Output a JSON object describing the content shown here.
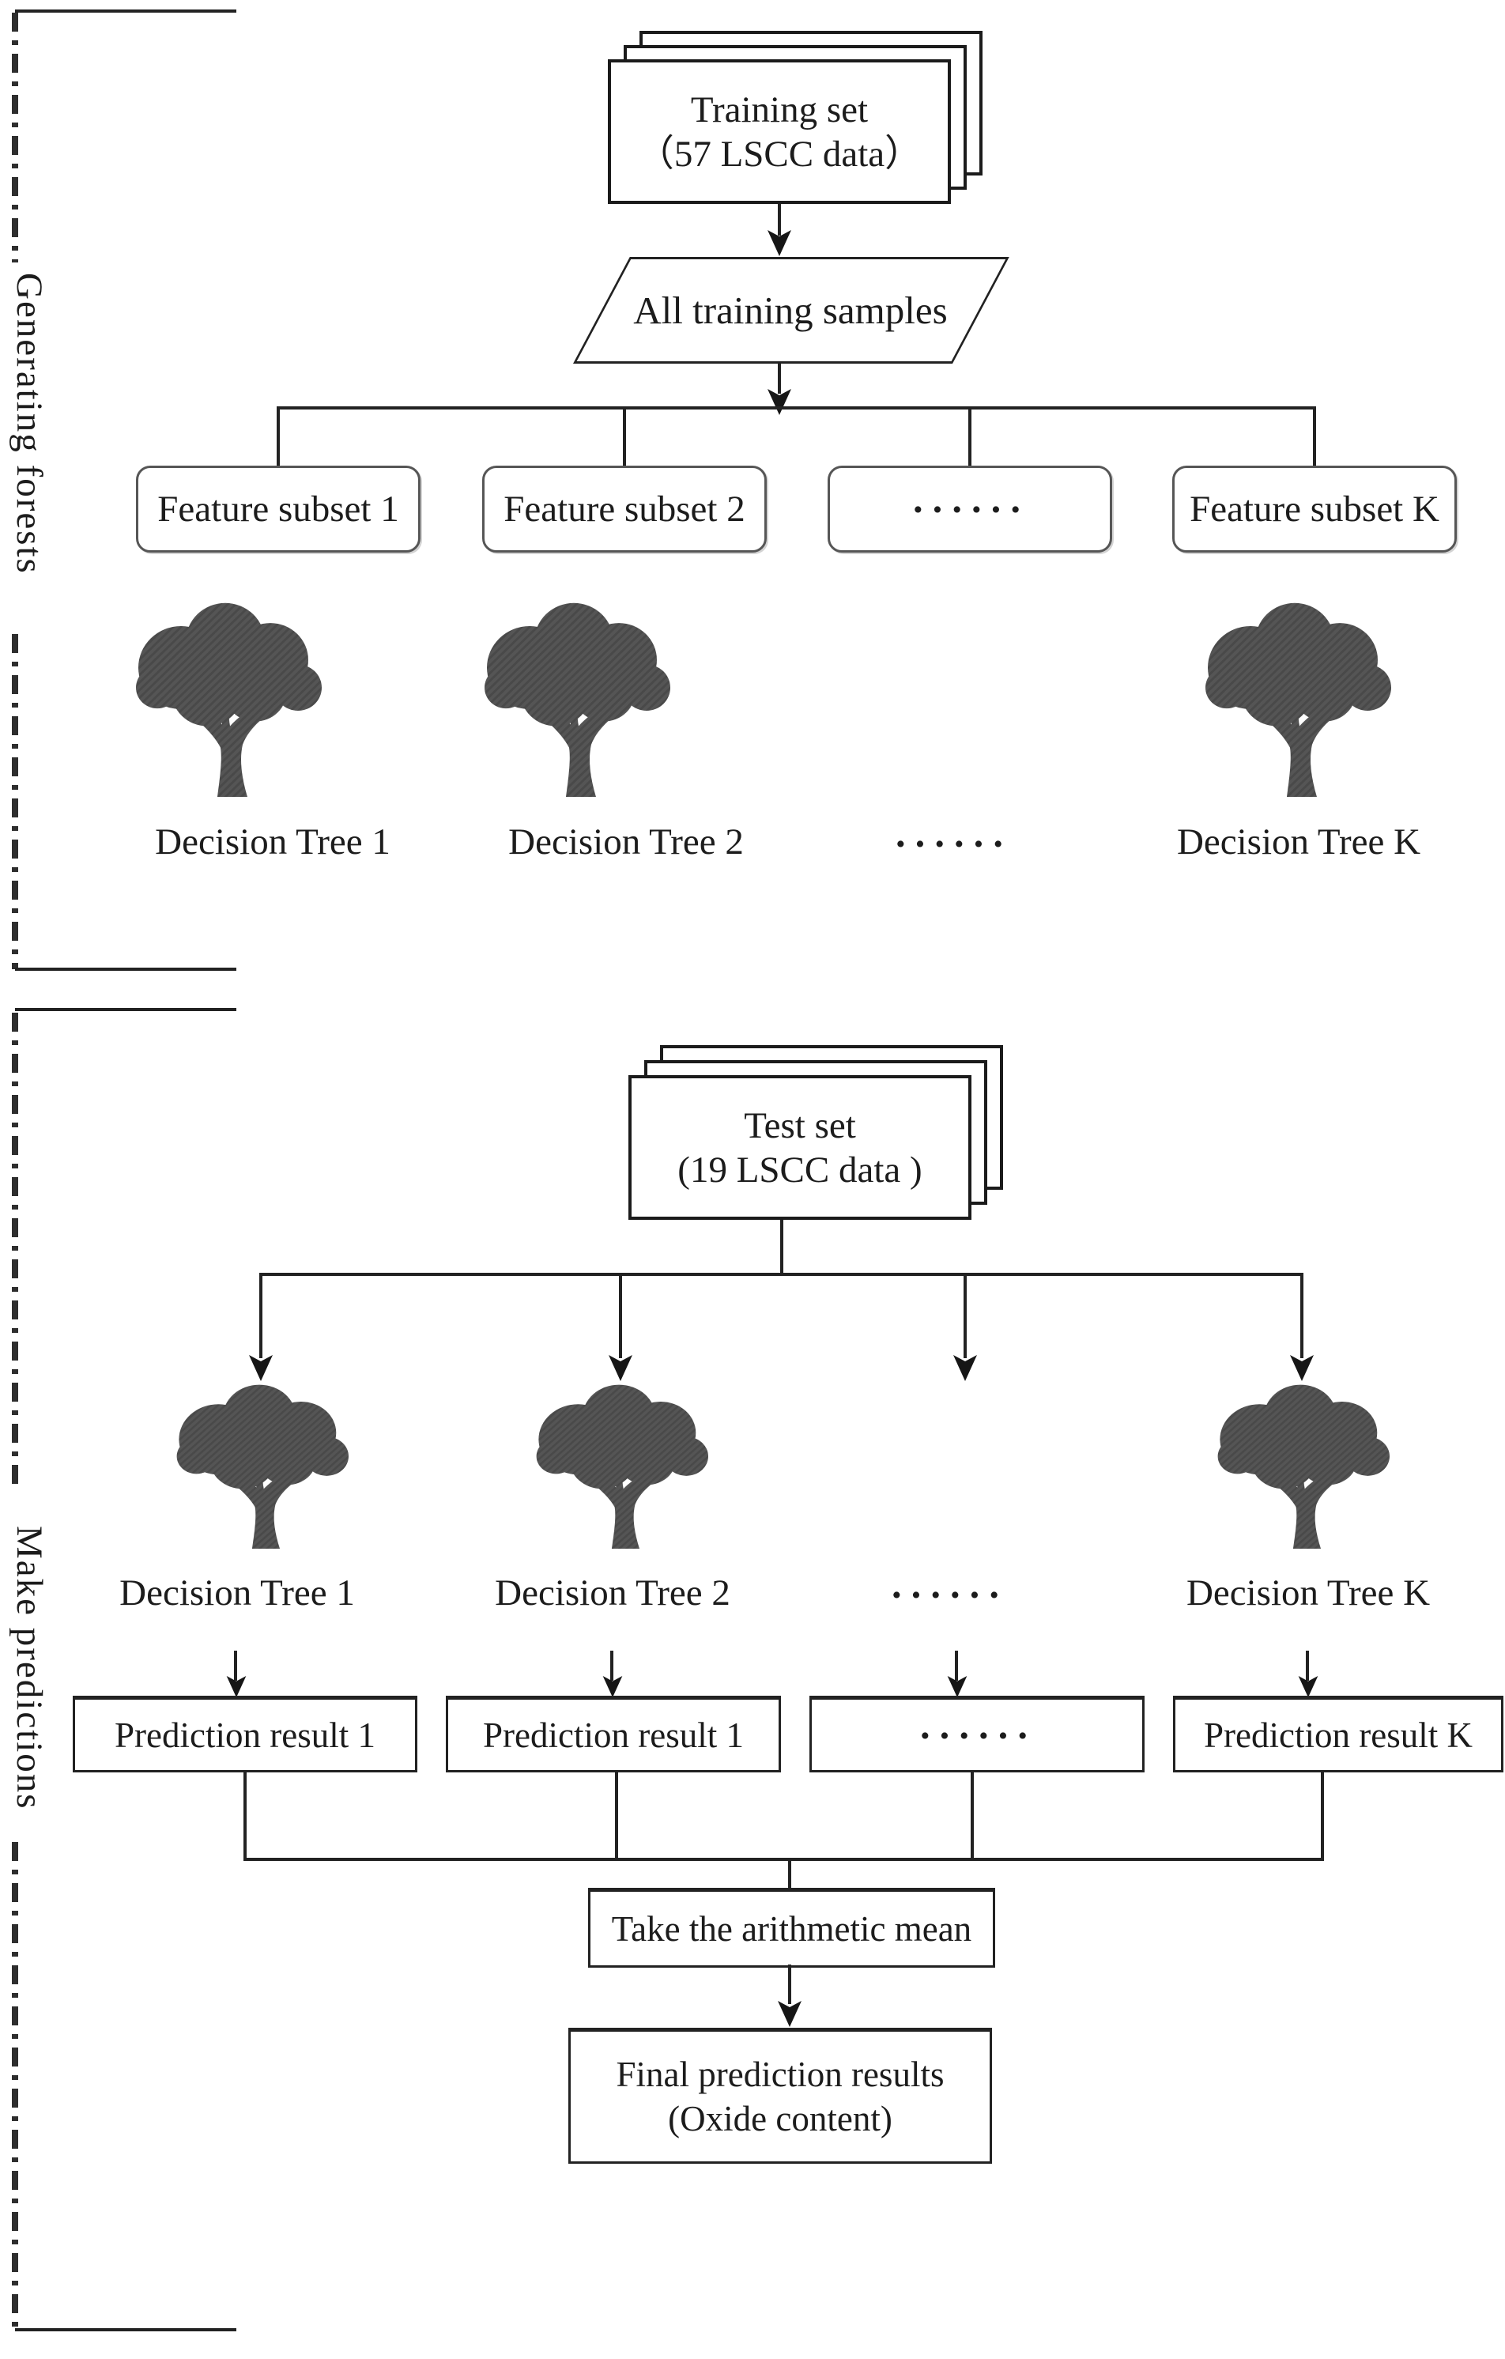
{
  "figure": {
    "section1_label": "Generating forests",
    "section2_label": "Make predictions",
    "training_stack": {
      "line1": "Training set",
      "line2": "（57 LSCC data）"
    },
    "all_samples": "All training samples",
    "feature_subsets": [
      "Feature subset 1",
      "Feature subset 2",
      "······",
      "Feature subset K"
    ],
    "decision_trees_top": [
      "Decision Tree 1",
      "Decision Tree 2",
      "······",
      "Decision Tree K"
    ],
    "test_stack": {
      "line1": "Test set",
      "line2": "(19 LSCC data )"
    },
    "decision_trees_bottom": [
      "Decision Tree 1",
      "Decision Tree 2",
      "······",
      "Decision Tree K"
    ],
    "prediction_results": [
      "Prediction result 1",
      "Prediction result 1",
      "······",
      "Prediction result K"
    ],
    "mean_label": "Take the arithmetic mean",
    "final_box": {
      "line1": "Final prediction results",
      "line2": "(Oxide content)"
    },
    "colors": {
      "ink": "#1c1c1c",
      "tree_fill": "#555555",
      "tree_hatch_stripe": "#494949",
      "rounded_box_border": "#565656",
      "background": "#ffffff"
    }
  }
}
